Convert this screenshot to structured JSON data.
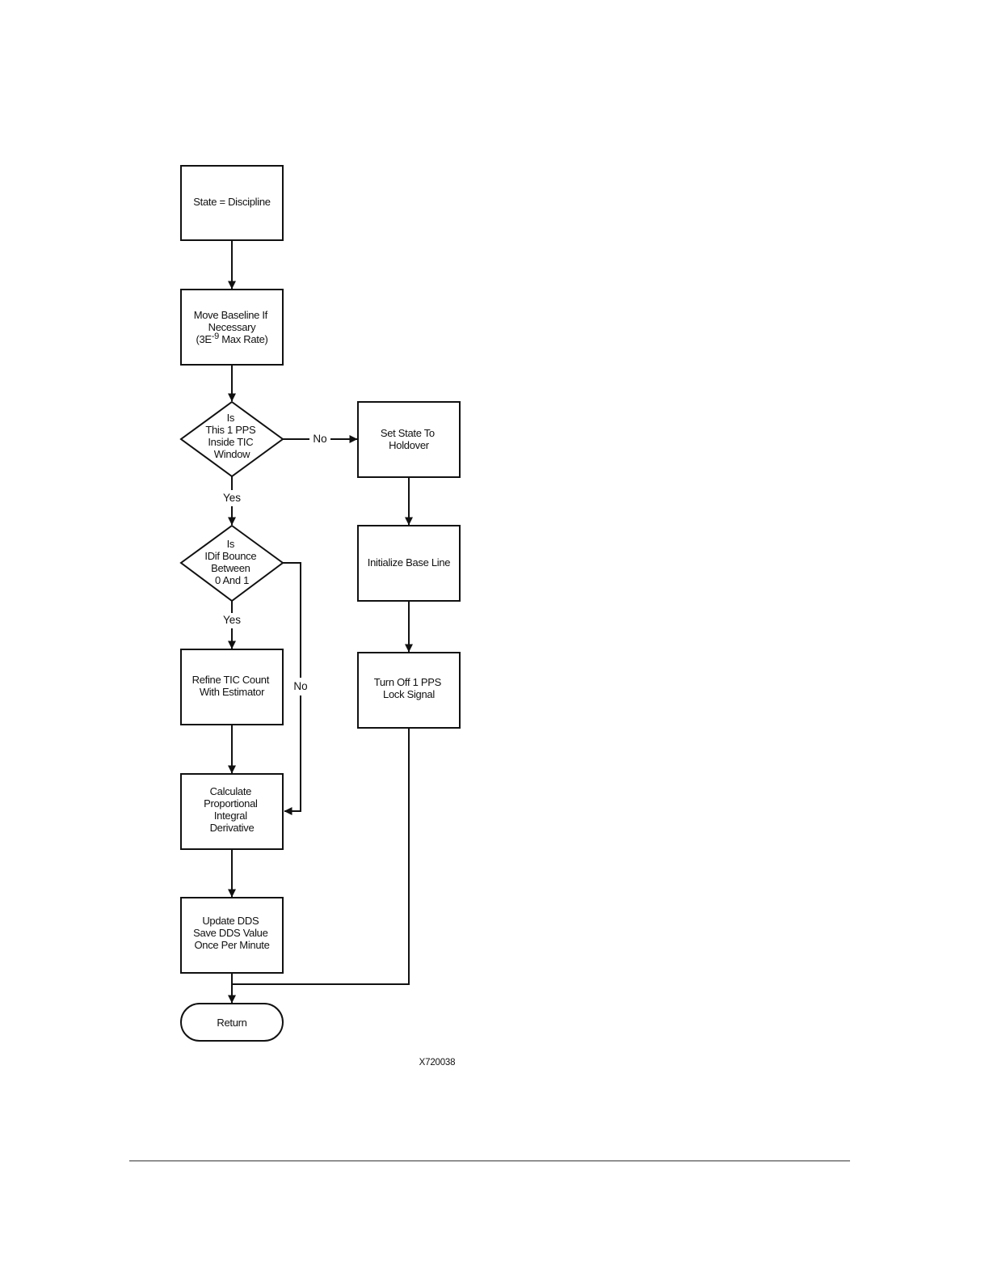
{
  "diagram": {
    "nodes": {
      "state_discipline": {
        "lines": [
          "State = Discipline"
        ]
      },
      "move_baseline": {
        "line1": "Move Baseline If",
        "line2": "Necessary",
        "rate_prefix": "(3E",
        "rate_exponent": "-9",
        "rate_suffix": " Max Rate)"
      },
      "decision_tic_window": {
        "lines": [
          "Is",
          "This 1 PPS",
          "Inside TIC",
          "Window"
        ]
      },
      "set_state_holdover": {
        "lines": [
          "Set State To",
          "Holdover"
        ]
      },
      "initialize_base_line": {
        "lines": [
          "Initialize Base Line"
        ]
      },
      "turn_off_lock": {
        "lines": [
          "Turn Off 1 PPS",
          "Lock Signal"
        ]
      },
      "decision_idif_bounce": {
        "lines": [
          "Is",
          "IDif Bounce",
          "Between",
          "0 And 1"
        ]
      },
      "refine_tic_count": {
        "lines": [
          "Refine TIC Count",
          "With Estimator"
        ]
      },
      "calculate_pid": {
        "lines": [
          "Calculate",
          "Proportional",
          "Integral",
          "Derivative"
        ]
      },
      "update_dds": {
        "lines": [
          "Update DDS",
          "Save DDS Value",
          "Once Per Minute"
        ]
      },
      "return": {
        "lines": [
          "Return"
        ]
      }
    },
    "edge_labels": {
      "tic_no": "No",
      "tic_yes": "Yes",
      "idif_yes": "Yes",
      "idif_no": "No"
    },
    "figure_id": "X720038"
  }
}
